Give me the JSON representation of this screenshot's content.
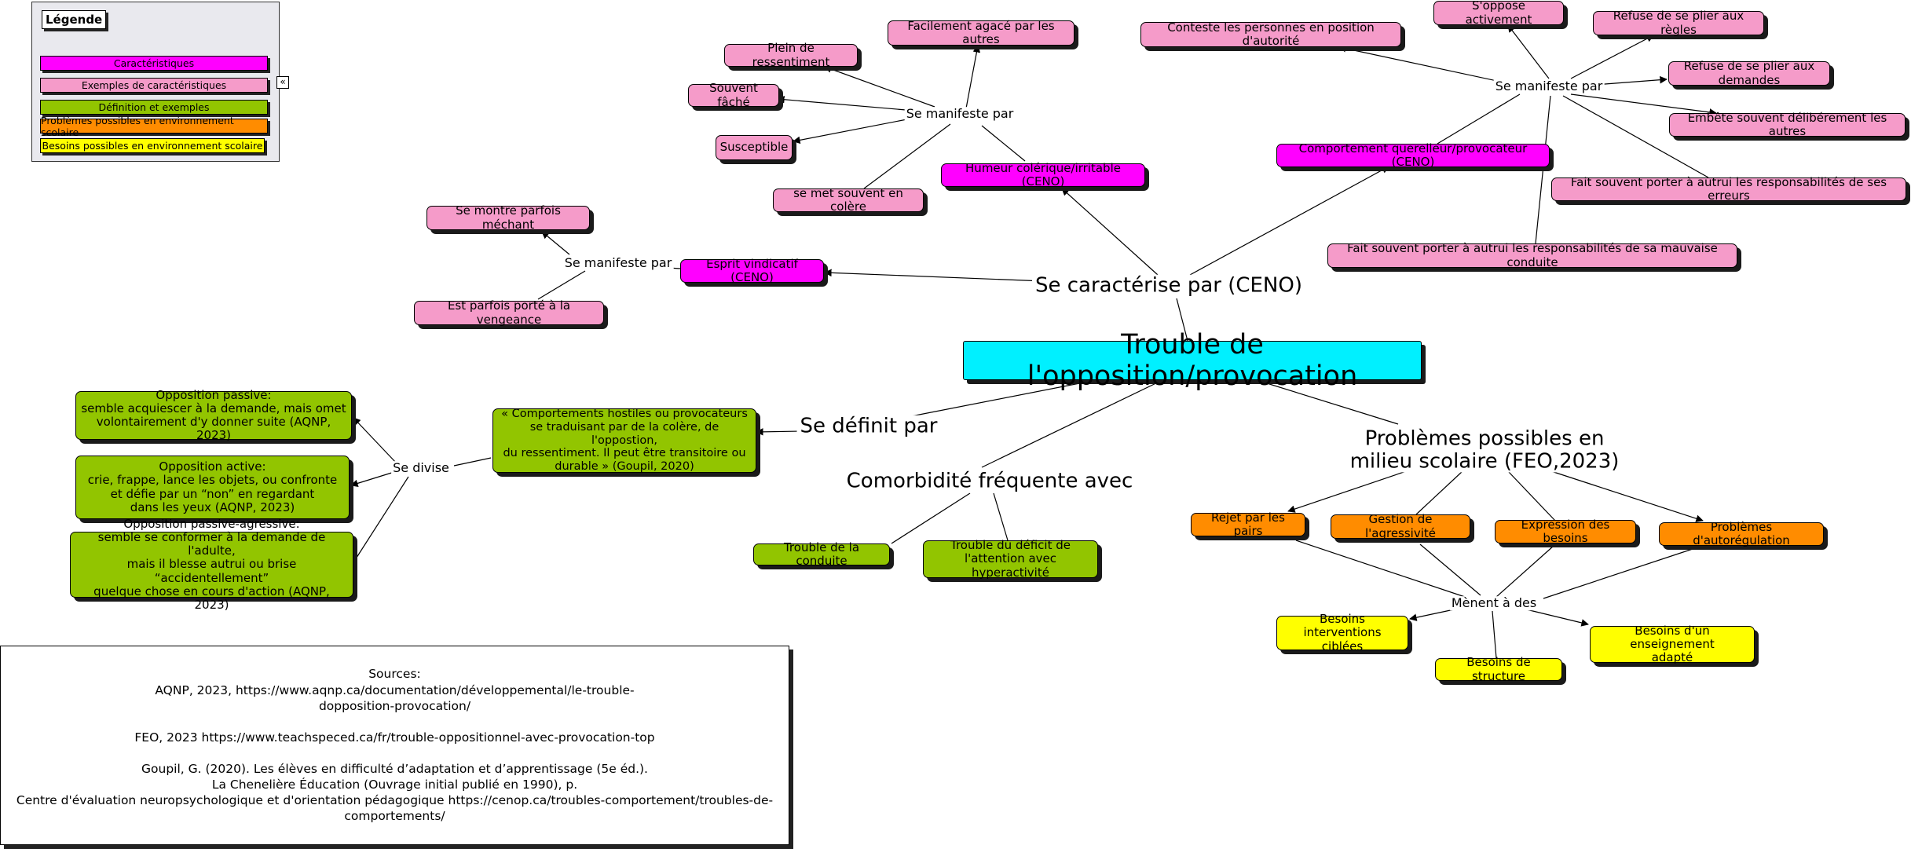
{
  "legend": {
    "title": "Légende",
    "items": [
      {
        "label": "Caractéristiques",
        "color": "#ff00ff"
      },
      {
        "label": "Exemples de caractéristiques",
        "color": "#f59bc9"
      },
      {
        "label": "Définition et exemples",
        "color": "#92c500"
      },
      {
        "label": "Problèmes possibles en environnement scolaire",
        "color": "#ff8c00"
      },
      {
        "label": "Besoins possibles en environnement scolaire",
        "color": "#ffff00"
      }
    ],
    "collapse_icon": "«"
  },
  "central": "Trouble de l'opposition/provocation",
  "links": {
    "caracterise": "Se caractérise par (CENO)",
    "definit": "Se définit par",
    "comorbidite": "Comorbidité fréquente avec",
    "problemes": "Problèmes possibles en\nmilieu scolaire (FEO,2023)",
    "manifeste_humeur": "Se manifeste par",
    "manifeste_comportement": "Se manifeste par",
    "manifeste_esprit": "Se manifeste par",
    "divise": "Se divise",
    "menent": "Mènent à des"
  },
  "nodes": {
    "humeur": "Humeur colérique/irritable (CENO)",
    "comportement": "Comportement querelleur/provocateur (CENO)",
    "esprit": "Esprit vindicatif (CENO)",
    "agace": "Facilement agacé par les autres",
    "ressentiment": "Plein de ressentiment",
    "fache": "Souvent fâché",
    "susceptible": "Susceptible",
    "colere": "se met souvent en colère",
    "conteste": "Conteste les personnes en position d'autorité",
    "oppose": "S'oppose activement",
    "regles": "Refuse de se plier aux règles",
    "demandes": "Refuse de se plier aux demandes",
    "embete": "Embête souvent délibérement les autres",
    "responsabilites": "Fait souvent porter à autrui les responsabilités de ses erreurs",
    "mauvaise_conduite": "Fait souvent porter à autrui les responsabilités de sa mauvaise conduite",
    "mechant": "Se montre parfois méchant",
    "vengeance": "Est parfois porté à la vengeance",
    "definition": "« Comportements hostiles ou provocateurs\nse traduisant par de la colère, de l'oppostion,\ndu ressentiment. Il peut être transitoire ou\ndurable » (Goupil, 2020)",
    "passive": "Opposition passive:\nsemble acquiescer à la demande, mais omet\nvolontairement d'y donner suite (AQNP, 2023)",
    "active": "Opposition active:\ncrie, frappe, lance les objets, ou confronte\net défie par un “non” en regardant\ndans les yeux (AQNP, 2023)",
    "passive_agressive": "Opposition passive-agressive:\nsemble se conformer à la demande de l'adulte,\nmais il blesse autrui  ou brise “accidentellement”\nquelque chose en cours d'action (AQNP, 2023)",
    "conduite": "Trouble de la conduite",
    "tdah": "Trouble du déficit de\nl'attention avec hyperactivité",
    "rejet": "Rejet par les pairs",
    "agressivite": "Gestion de l'agressivité",
    "expression": "Expression des besoins",
    "autoregulation": "Problèmes d'autorégulation",
    "interventions": "Besoins interventions\nciblées",
    "structure": "Besoins de structure",
    "enseignement": "Besoins d'un enseignement\nadapté"
  },
  "sources": {
    "title": "Sources:",
    "lines": [
      "AQNP, 2023, https://www.aqnp.ca/documentation/développemental/le-trouble-",
      "dopposition-provocation/",
      "",
      "FEO, 2023 https://www.teachspeced.ca/fr/trouble-oppositionnel-avec-provocation-top",
      "",
      "Goupil, G. (2020). Les élèves en difficulté d’adaptation et d’apprentissage (5e éd.).",
      "La Chenelière Éducation (Ouvrage initial publié en 1990), p.",
      "Centre d'évaluation neuropsychologique et d'orientation pédagogique https://cenop.ca/troubles-comportement/troubles-de-comportements/"
    ]
  }
}
